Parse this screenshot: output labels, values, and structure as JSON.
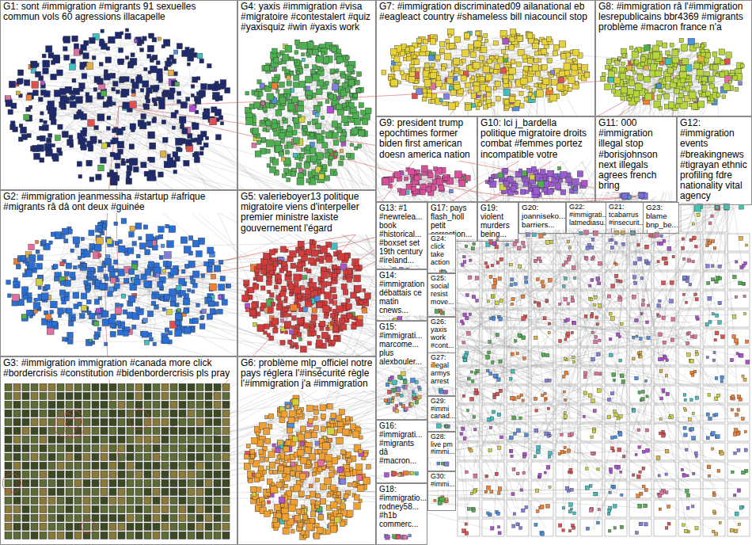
{
  "diagram": {
    "nodes": [
      {
        "text": [
          "G1: sont #immigration #migrants 91 sexuelles commun vols 60 agressions illacapelle"
        ]
      },
      {
        "text": [
          "G2: #immigration jeanmessiha #startup #afrique #migrants râ dâ ont deux #guinée"
        ]
      },
      {
        "text": [
          "G3: #immigration immigration #canada more click #bordercrisis #constitution #bidenbordercrisis pls pray"
        ]
      },
      {
        "text": [
          "G4: yaxis #immigration #visa #migratoire #contestalert #quiz #yaxisquiz #win #yaxis work"
        ]
      },
      {
        "text": [
          "G5: valerieboyer13 politique migratoire viens d'interpeller premier ministre laxiste gouvernement l'égard"
        ]
      },
      {
        "text": [
          "G6: problème mlp_officiel notre pays réglera l'#insécurité règle l'#immigration j'a #immigration"
        ]
      },
      {
        "text": [
          "G7: #immigration discriminated09 ailanational eb #eagleact country #shameless bill niacouncil stop"
        ]
      },
      {
        "text": [
          "G8: #immigration râ l'#immigration lesrepublicains bbr4369 #migrants problème #macron france n'a"
        ]
      },
      {
        "text": [
          "G9: president trump epochtimes former biden first american doesn america nation"
        ]
      },
      {
        "text": [
          "G10: lci j_bardella politique migratoire droits combat #femmes portez incompatible votre"
        ]
      },
      {
        "text": [
          "G11: 000 #immigration illegal stop #borisjohnson next illegals agrees french bring"
        ]
      },
      {
        "text": [
          "G12: #immigration events #breakingnews #tigrayan ethnic profiling fdre nationality vital agency"
        ]
      },
      {
        "text": [
          "G13: #1 #newrelea... book #historical... #boxset set 19th century #ireland..."
        ]
      },
      {
        "text": [
          "G14: #immigration débattais ce matin cnews..."
        ]
      },
      {
        "text": [
          "G15: #immigrati... marcome... plus alexbouler..."
        ]
      },
      {
        "text": [
          "G16: #immigrati... #migrants dâ #macron..."
        ]
      },
      {
        "text": [
          "G18: #immigratio... rodney58... #h1b commerc..."
        ]
      },
      {
        "text": [
          "G17: pays flash_holl petit correction..."
        ]
      },
      {
        "text": [
          "G19: violent murders being..."
        ]
      },
      {
        "text": [
          "G20: joanniseko... barriers..."
        ]
      },
      {
        "text": [
          "G22: #immigrati... latmediasu..."
        ]
      },
      {
        "text": [
          "G21: tcabarrus #insecurit..."
        ]
      },
      {
        "text": [
          "G23: blame bnp_be..."
        ]
      },
      {
        "text": [
          "G24: click take action"
        ]
      },
      {
        "text": [
          "G25: social resist move..."
        ]
      },
      {
        "text": [
          "G26: yaxis work #cont..."
        ]
      },
      {
        "text": [
          "G27: illegal armys arrest"
        ]
      },
      {
        "text": [
          "G29: #immi canad..."
        ]
      },
      {
        "text": [
          "G28: live pm #immi..."
        ]
      },
      {
        "text": [
          "G30: #immi..."
        ]
      }
    ]
  }
}
